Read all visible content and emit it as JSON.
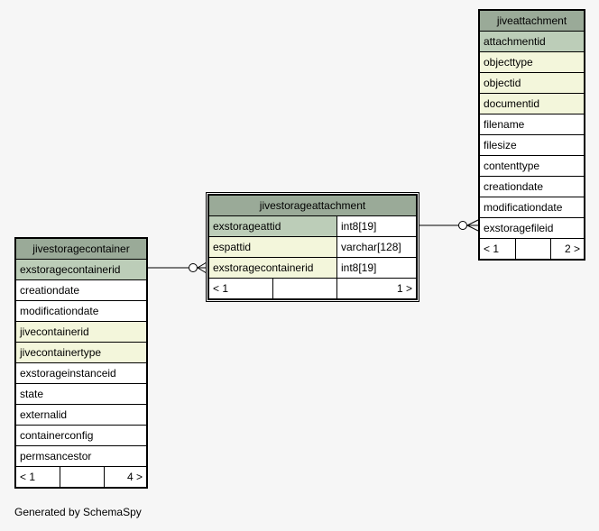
{
  "tables": {
    "jivestoragecontainer": {
      "name": "jivestoragecontainer",
      "columns": [
        {
          "name": "exstoragecontainerid",
          "kind": "pk"
        },
        {
          "name": "creationdate",
          "kind": "plain"
        },
        {
          "name": "modificationdate",
          "kind": "plain"
        },
        {
          "name": "jivecontainerid",
          "kind": "fk"
        },
        {
          "name": "jivecontainertype",
          "kind": "fk"
        },
        {
          "name": "exstorageinstanceid",
          "kind": "plain"
        },
        {
          "name": "state",
          "kind": "plain"
        },
        {
          "name": "externalid",
          "kind": "plain"
        },
        {
          "name": "containerconfig",
          "kind": "plain"
        },
        {
          "name": "permsancestor",
          "kind": "plain"
        }
      ],
      "footer": {
        "parents": "< 1",
        "children": "4 >"
      }
    },
    "jivestorageattachment": {
      "name": "jivestorageattachment",
      "columns": [
        {
          "name": "exstorageattid",
          "type": "int8[19]",
          "kind": "pk"
        },
        {
          "name": "espattid",
          "type": "varchar[128]",
          "kind": "fk"
        },
        {
          "name": "exstoragecontainerid",
          "type": "int8[19]",
          "kind": "fk"
        }
      ],
      "footer": {
        "parents": "< 1",
        "children": "1 >"
      }
    },
    "jiveattachment": {
      "name": "jiveattachment",
      "columns": [
        {
          "name": "attachmentid",
          "kind": "pk"
        },
        {
          "name": "objecttype",
          "kind": "fk"
        },
        {
          "name": "objectid",
          "kind": "fk"
        },
        {
          "name": "documentid",
          "kind": "fk"
        },
        {
          "name": "filename",
          "kind": "plain"
        },
        {
          "name": "filesize",
          "kind": "plain"
        },
        {
          "name": "contenttype",
          "kind": "plain"
        },
        {
          "name": "creationdate",
          "kind": "plain"
        },
        {
          "name": "modificationdate",
          "kind": "plain"
        },
        {
          "name": "exstoragefileid",
          "kind": "plain"
        }
      ],
      "footer": {
        "parents": "< 1",
        "children": "2 >"
      }
    }
  },
  "footer_text": "Generated by SchemaSpy",
  "colors": {
    "header": "#9aaa98",
    "primary_key": "#bccdb8",
    "foreign_key": "#f3f6db",
    "background": "#f6f6f6"
  }
}
